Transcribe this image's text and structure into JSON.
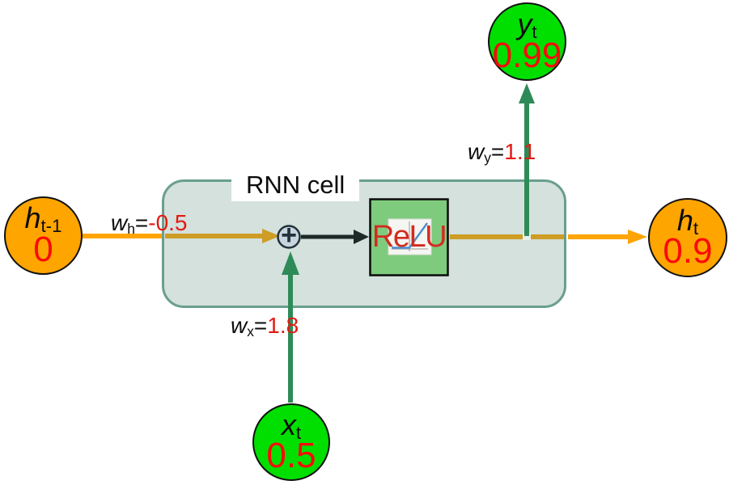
{
  "rnn_cell": {
    "title": "RNN cell"
  },
  "relu": {
    "label": "ReLU"
  },
  "plus_node": {
    "symbol": "+"
  },
  "nodes": {
    "h_prev": {
      "symbol": "h",
      "subscript": "t-1",
      "value": "0"
    },
    "h_t": {
      "symbol": "h",
      "subscript": "t",
      "value": "0.9"
    },
    "y_t": {
      "symbol": "y",
      "subscript": "t",
      "value": "0.99"
    },
    "x_t": {
      "symbol": "x",
      "subscript": "t",
      "value": "0.5"
    }
  },
  "weights": {
    "wh": {
      "symbol": "w",
      "subscript": "h",
      "equals": "=",
      "value": "-0.5"
    },
    "wx": {
      "symbol": "w",
      "subscript": "x",
      "equals": "=",
      "value": "1.8"
    },
    "wy": {
      "symbol": "w",
      "subscript": "y",
      "equals": "=",
      "value": "1.1"
    }
  },
  "colors": {
    "orange_node": "#FFA500",
    "green_node": "#00DF00",
    "node_border": "#111111",
    "orange_arrow": "#FFA405",
    "orange_arrow_dim": "#CE9D25",
    "green_arrow": "#2E8B57",
    "dark_arrow": "#1C2926",
    "cell_fill": "#D4E1DC",
    "cell_border": "#6A9E8E",
    "relu_fill": "#7ECB7E",
    "relu_text": "#D42B1F",
    "plus_fill": "#C7D5DE",
    "plus_border": "#22313B",
    "value_red": "#FA0A0A",
    "weight_red": "#E31A12",
    "text_black": "#0B0B0B",
    "plot_blue": "#4D8FCC"
  }
}
